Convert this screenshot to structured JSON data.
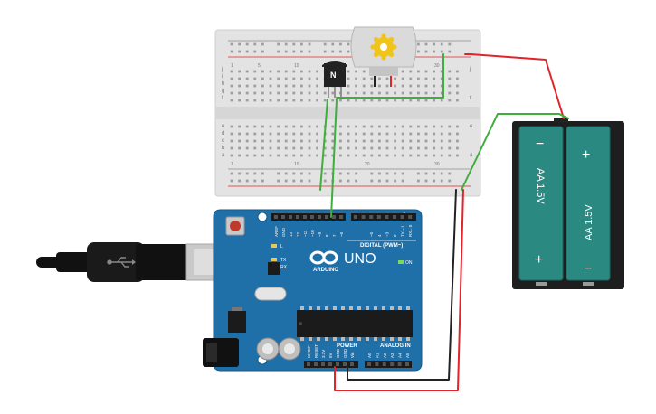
{
  "transistor": {
    "label": "N"
  },
  "breadboard": {
    "row_letters_top": [
      "j",
      "i",
      "h",
      "g",
      "f"
    ],
    "row_letters_bottom": [
      "e",
      "d",
      "c",
      "b",
      "a"
    ],
    "col_numbers": [
      "1",
      "5",
      "10",
      "15",
      "20",
      "25",
      "30"
    ]
  },
  "arduino": {
    "brand": "ARDUINO",
    "model": "UNO",
    "digital_label": "DIGITAL (PWM~)",
    "power_label": "POWER",
    "analog_label": "ANALOG IN",
    "on_label": "ON",
    "l_label": "L",
    "tx_label": "TX",
    "rx_label": "RX",
    "top_pins": [
      "AREF",
      "GND",
      "13",
      "12",
      "~11",
      "~10",
      "~9",
      "8",
      "7",
      "~6",
      "~5",
      "4",
      "~3",
      "2",
      "TX→1",
      "RX←0"
    ],
    "power_pins": [
      "IOREF",
      "RESET",
      "3.3V",
      "5V",
      "GND",
      "GND",
      "Vin"
    ],
    "analog_pins": [
      "A0",
      "A1",
      "A2",
      "A3",
      "A4",
      "A5"
    ]
  },
  "battery": {
    "cell1": "AA 1.5V",
    "cell2": "AA 1.5V",
    "minus": "−",
    "plus": "+"
  },
  "colors": {
    "wire_red": "#e0242a",
    "wire_green": "#3fae3c",
    "wire_black": "#222222",
    "arduino_blue": "#1f6fa8",
    "battery_teal": "#2a8a82"
  }
}
